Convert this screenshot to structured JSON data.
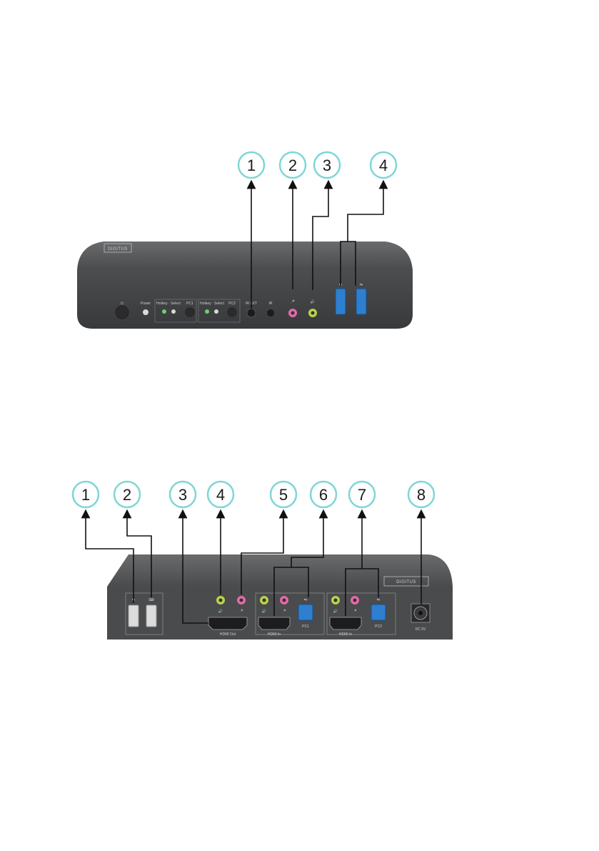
{
  "front_view": {
    "callouts": [
      "1",
      "2",
      "3",
      "4"
    ],
    "brand": "DIGITUS",
    "labels": {
      "power": "Power",
      "hotkey1": "Hotkey · Select",
      "pc1": "PC1",
      "hotkey2": "Hotkey · Select",
      "pc2": "PC2",
      "ir_ext": "IR EXT",
      "ir": "IR"
    }
  },
  "rear_view": {
    "callouts": [
      "1",
      "2",
      "3",
      "4",
      "5",
      "6",
      "7",
      "8"
    ],
    "brand": "DIGITUS",
    "labels": {
      "hdmi_out": "HDMI Out",
      "hdmi_in_1": "HDMI In",
      "pc1": "PC1",
      "hdmi_in_2": "HDMI In",
      "pc2": "PC2",
      "dc": "DC 5V"
    }
  },
  "colors": {
    "callout_ring": "#7fd6d6",
    "device_body": "#4b4c4e",
    "device_top": "#5a5b5d",
    "usb_blue": "#2f7fd1",
    "audio_green": "#b9d34a",
    "mic_pink": "#e46aa8"
  }
}
